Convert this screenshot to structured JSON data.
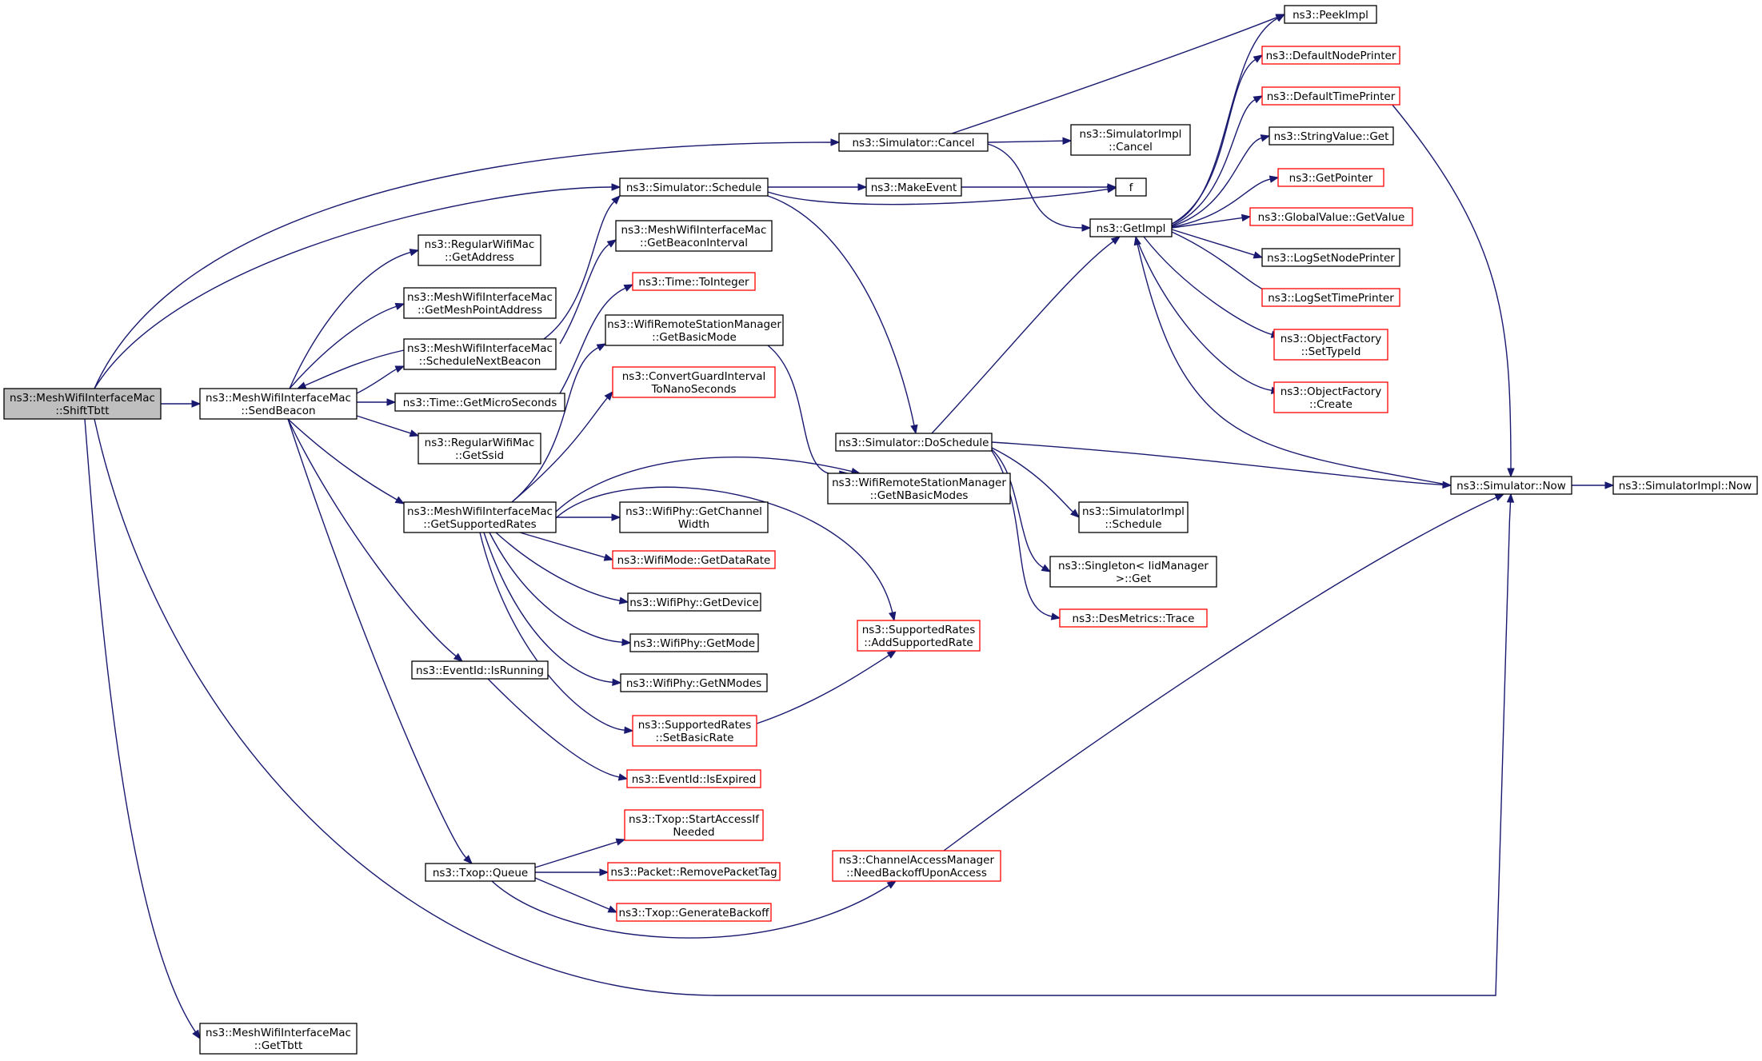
{
  "diagram": {
    "type": "call-graph",
    "colors": {
      "edge": "#191970",
      "root_fill": "#bfbfbf",
      "border_documented": "#000000",
      "border_undocumented": "#ff0000"
    },
    "nodes": [
      {
        "id": "shifttbtt",
        "lines": [
          "ns3::MeshWifiInterfaceMac",
          "::ShiftTbtt"
        ],
        "style": "root"
      },
      {
        "id": "sendbeacon",
        "lines": [
          "ns3::MeshWifiInterfaceMac",
          "::SendBeacon"
        ],
        "style": "black"
      },
      {
        "id": "gettbtt",
        "lines": [
          "ns3::MeshWifiInterfaceMac",
          "::GetTbtt"
        ],
        "style": "black"
      },
      {
        "id": "getaddress",
        "lines": [
          "ns3::RegularWifiMac",
          "::GetAddress"
        ],
        "style": "black"
      },
      {
        "id": "getmeshpointaddress",
        "lines": [
          "ns3::MeshWifiInterfaceMac",
          "::GetMeshPointAddress"
        ],
        "style": "black"
      },
      {
        "id": "schedulenextbeacon",
        "lines": [
          "ns3::MeshWifiInterfaceMac",
          "::ScheduleNextBeacon"
        ],
        "style": "black"
      },
      {
        "id": "getmicroseconds",
        "lines": [
          "ns3::Time::GetMicroSeconds"
        ],
        "style": "black"
      },
      {
        "id": "getssid",
        "lines": [
          "ns3::RegularWifiMac",
          "::GetSsid"
        ],
        "style": "black"
      },
      {
        "id": "getsupportedrates",
        "lines": [
          "ns3::MeshWifiInterfaceMac",
          "::GetSupportedRates"
        ],
        "style": "black"
      },
      {
        "id": "isrunning",
        "lines": [
          "ns3::EventId::IsRunning"
        ],
        "style": "black"
      },
      {
        "id": "txopqueue",
        "lines": [
          "ns3::Txop::Queue"
        ],
        "style": "black"
      },
      {
        "id": "schedule",
        "lines": [
          "ns3::Simulator::Schedule"
        ],
        "style": "black"
      },
      {
        "id": "getbeaconinterval",
        "lines": [
          "ns3::MeshWifiInterfaceMac",
          "::GetBeaconInterval"
        ],
        "style": "black"
      },
      {
        "id": "tointeger",
        "lines": [
          "ns3::Time::ToInteger"
        ],
        "style": "red"
      },
      {
        "id": "getbasicmode",
        "lines": [
          "ns3::WifiRemoteStationManager",
          "::GetBasicMode"
        ],
        "style": "black"
      },
      {
        "id": "convertguard",
        "lines": [
          "ns3::ConvertGuardInterval",
          "ToNanoSeconds"
        ],
        "style": "red"
      },
      {
        "id": "getchannelwidth",
        "lines": [
          "ns3::WifiPhy::GetChannel",
          "Width"
        ],
        "style": "black"
      },
      {
        "id": "getdatarate",
        "lines": [
          "ns3::WifiMode::GetDataRate"
        ],
        "style": "red"
      },
      {
        "id": "getdevice",
        "lines": [
          "ns3::WifiPhy::GetDevice"
        ],
        "style": "black"
      },
      {
        "id": "getmode",
        "lines": [
          "ns3::WifiPhy::GetMode"
        ],
        "style": "black"
      },
      {
        "id": "getnmodes",
        "lines": [
          "ns3::WifiPhy::GetNModes"
        ],
        "style": "black"
      },
      {
        "id": "setbasicrate",
        "lines": [
          "ns3::SupportedRates",
          "::SetBasicRate"
        ],
        "style": "red"
      },
      {
        "id": "isexpired",
        "lines": [
          "ns3::EventId::IsExpired"
        ],
        "style": "red"
      },
      {
        "id": "startaccess",
        "lines": [
          "ns3::Txop::StartAccessIf",
          "Needed"
        ],
        "style": "red"
      },
      {
        "id": "removepackettag",
        "lines": [
          "ns3::Packet::RemovePacketTag"
        ],
        "style": "red"
      },
      {
        "id": "generatebackoff",
        "lines": [
          "ns3::Txop::GenerateBackoff"
        ],
        "style": "red"
      },
      {
        "id": "cancel",
        "lines": [
          "ns3::Simulator::Cancel"
        ],
        "style": "black"
      },
      {
        "id": "makeevent",
        "lines": [
          "ns3::MakeEvent"
        ],
        "style": "black"
      },
      {
        "id": "doschedule",
        "lines": [
          "ns3::Simulator::DoSchedule"
        ],
        "style": "black"
      },
      {
        "id": "getnbasicmodes",
        "lines": [
          "ns3::WifiRemoteStationManager",
          "::GetNBasicModes"
        ],
        "style": "black"
      },
      {
        "id": "addsupportedrate",
        "lines": [
          "ns3::SupportedRates",
          "::AddSupportedRate"
        ],
        "style": "red"
      },
      {
        "id": "needbackoff",
        "lines": [
          "ns3::ChannelAccessManager",
          "::NeedBackoffUponAccess"
        ],
        "style": "red"
      },
      {
        "id": "implcancel",
        "lines": [
          "ns3::SimulatorImpl",
          "::Cancel"
        ],
        "style": "black"
      },
      {
        "id": "f",
        "lines": [
          "f"
        ],
        "style": "black"
      },
      {
        "id": "getimpl",
        "lines": [
          "ns3::GetImpl"
        ],
        "style": "black"
      },
      {
        "id": "implschedule",
        "lines": [
          "ns3::SimulatorImpl",
          "::Schedule"
        ],
        "style": "black"
      },
      {
        "id": "singletonget",
        "lines": [
          "ns3::Singleton< IidManager",
          ">::Get"
        ],
        "style": "black"
      },
      {
        "id": "desmetrics",
        "lines": [
          "ns3::DesMetrics::Trace"
        ],
        "style": "red"
      },
      {
        "id": "peekimpl",
        "lines": [
          "ns3::PeekImpl"
        ],
        "style": "black"
      },
      {
        "id": "defaultnodeprinter",
        "lines": [
          "ns3::DefaultNodePrinter"
        ],
        "style": "red"
      },
      {
        "id": "defaulttimeprinter",
        "lines": [
          "ns3::DefaultTimePrinter"
        ],
        "style": "red"
      },
      {
        "id": "stringvalueget",
        "lines": [
          "ns3::StringValue::Get"
        ],
        "style": "black"
      },
      {
        "id": "getpointer",
        "lines": [
          "ns3::GetPointer"
        ],
        "style": "red"
      },
      {
        "id": "globalvalue",
        "lines": [
          "ns3::GlobalValue::GetValue"
        ],
        "style": "red"
      },
      {
        "id": "logsetnodeprinter",
        "lines": [
          "ns3::LogSetNodePrinter"
        ],
        "style": "black"
      },
      {
        "id": "logsettimeprinter",
        "lines": [
          "ns3::LogSetTimePrinter"
        ],
        "style": "red"
      },
      {
        "id": "settypeid",
        "lines": [
          "ns3::ObjectFactory",
          "::SetTypeId"
        ],
        "style": "red"
      },
      {
        "id": "create",
        "lines": [
          "ns3::ObjectFactory",
          "::Create"
        ],
        "style": "red"
      },
      {
        "id": "simnow",
        "lines": [
          "ns3::Simulator::Now"
        ],
        "style": "black"
      },
      {
        "id": "implnow",
        "lines": [
          "ns3::SimulatorImpl::Now"
        ],
        "style": "black"
      }
    ],
    "edges": [
      [
        "shifttbtt",
        "sendbeacon"
      ],
      [
        "shifttbtt",
        "gettbtt"
      ],
      [
        "shifttbtt",
        "cancel"
      ],
      [
        "shifttbtt",
        "schedule"
      ],
      [
        "shifttbtt",
        "simnow"
      ],
      [
        "sendbeacon",
        "getaddress"
      ],
      [
        "sendbeacon",
        "getmeshpointaddress"
      ],
      [
        "sendbeacon",
        "schedulenextbeacon"
      ],
      [
        "sendbeacon",
        "getmicroseconds"
      ],
      [
        "sendbeacon",
        "getssid"
      ],
      [
        "sendbeacon",
        "getsupportedrates"
      ],
      [
        "sendbeacon",
        "isrunning"
      ],
      [
        "sendbeacon",
        "txopqueue"
      ],
      [
        "schedulenextbeacon",
        "sendbeacon"
      ],
      [
        "schedulenextbeacon",
        "schedule"
      ],
      [
        "schedulenextbeacon",
        "getbeaconinterval"
      ],
      [
        "getmicroseconds",
        "tointeger"
      ],
      [
        "getsupportedrates",
        "getbasicmode"
      ],
      [
        "getsupportedrates",
        "convertguard"
      ],
      [
        "getsupportedrates",
        "getnbasicmodes"
      ],
      [
        "getsupportedrates",
        "addsupportedrate"
      ],
      [
        "getsupportedrates",
        "getchannelwidth"
      ],
      [
        "getsupportedrates",
        "getdatarate"
      ],
      [
        "getsupportedrates",
        "getdevice"
      ],
      [
        "getsupportedrates",
        "getmode"
      ],
      [
        "getsupportedrates",
        "getnmodes"
      ],
      [
        "getsupportedrates",
        "setbasicrate"
      ],
      [
        "getbasicmode",
        "getnbasicmodes"
      ],
      [
        "setbasicrate",
        "addsupportedrate"
      ],
      [
        "isrunning",
        "isexpired"
      ],
      [
        "txopqueue",
        "startaccess"
      ],
      [
        "txopqueue",
        "removepackettag"
      ],
      [
        "txopqueue",
        "generatebackoff"
      ],
      [
        "txopqueue",
        "needbackoff"
      ],
      [
        "needbackoff",
        "simnow"
      ],
      [
        "schedule",
        "makeevent"
      ],
      [
        "schedule",
        "f"
      ],
      [
        "schedule",
        "doschedule"
      ],
      [
        "makeevent",
        "f"
      ],
      [
        "cancel",
        "peekimpl"
      ],
      [
        "cancel",
        "implcancel"
      ],
      [
        "cancel",
        "getimpl"
      ],
      [
        "doschedule",
        "getimpl"
      ],
      [
        "doschedule",
        "simnow"
      ],
      [
        "doschedule",
        "implschedule"
      ],
      [
        "doschedule",
        "singletonget"
      ],
      [
        "doschedule",
        "desmetrics"
      ],
      [
        "getimpl",
        "peekimpl"
      ],
      [
        "getimpl",
        "defaultnodeprinter"
      ],
      [
        "getimpl",
        "defaulttimeprinter"
      ],
      [
        "getimpl",
        "stringvalueget"
      ],
      [
        "getimpl",
        "getpointer"
      ],
      [
        "getimpl",
        "globalvalue"
      ],
      [
        "getimpl",
        "logsetnodeprinter"
      ],
      [
        "getimpl",
        "logsettimeprinter"
      ],
      [
        "getimpl",
        "settypeid"
      ],
      [
        "getimpl",
        "create"
      ],
      [
        "defaulttimeprinter",
        "simnow"
      ],
      [
        "simnow",
        "getimpl"
      ],
      [
        "simnow",
        "implnow"
      ]
    ]
  }
}
